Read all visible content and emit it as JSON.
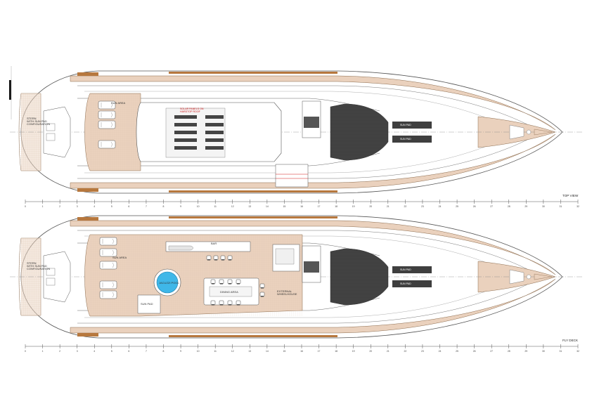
{
  "views": {
    "top": {
      "title": "TOP VIEW",
      "sun_area": "SUN AREA",
      "stern_note_1": "STERN",
      "stern_note_2": "WITH SUN PAD",
      "stern_note_3": "CONFIGURATION",
      "red_note_1": "SOLAR PANELS ON",
      "red_note_2": "HARDTOP ROOF",
      "sun_pad_1": "SUN PAD",
      "sun_pad_2": "SUN PAD"
    },
    "fly": {
      "title": "FLY DECK",
      "sun_area": "SUN AREA",
      "jacuzzi": "JACUZZI POOL",
      "dining": "DINING AREA",
      "sun_pad": "SUN PAD",
      "bar": "BAR",
      "wheelhouse_1": "EXTERNAL",
      "wheelhouse_2": "WHEELHOUSE",
      "stern_note_1": "STERN",
      "stern_note_2": "WITH SUN PAD",
      "stern_note_3": "CONFIGURATION",
      "sun_pad_1": "SUN PAD",
      "sun_pad_2": "SUN PAD"
    }
  },
  "scale_ticks": [
    "0",
    "1",
    "2",
    "3",
    "4",
    "5",
    "6",
    "7",
    "8",
    "9",
    "10",
    "11",
    "12",
    "13",
    "14",
    "15",
    "16",
    "17",
    "18",
    "19",
    "20",
    "21",
    "22",
    "23",
    "24",
    "25",
    "26",
    "27",
    "28",
    "29",
    "30",
    "31",
    "32"
  ],
  "colors": {
    "teak": "#ead1bd",
    "teak_dark": "#b7783e",
    "line": "#555555",
    "accent_red": "#d01818",
    "solar": "#444444",
    "pool": "#3fb7e8"
  }
}
